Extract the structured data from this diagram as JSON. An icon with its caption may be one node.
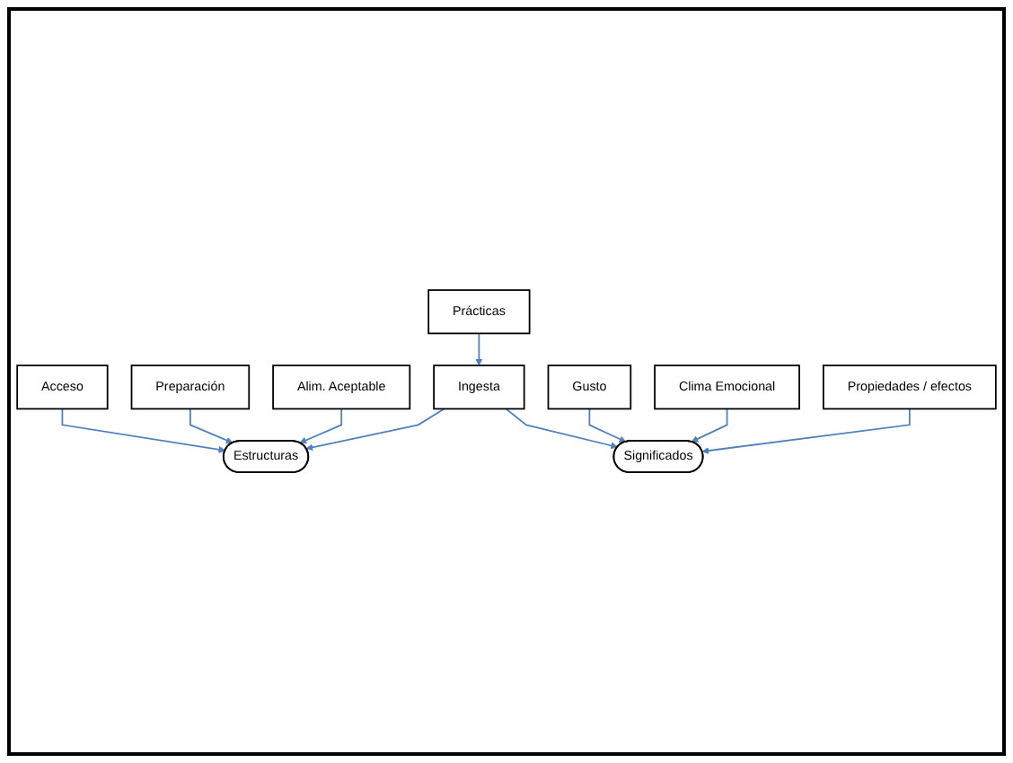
{
  "diagram": {
    "nodes": [
      {
        "text": [
          "Acceso"
        ]
      },
      {
        "text": [
          "Preparación"
        ]
      },
      {
        "text": [
          "Alim. Aceptable"
        ]
      },
      {
        "text": [
          "Estructuras"
        ]
      },
      {
        "text": [
          "Prácticas"
        ]
      },
      {
        "text": [
          "Ingesta"
        ]
      },
      {
        "text": [
          "Significados"
        ]
      },
      {
        "text": [
          "Gusto"
        ]
      },
      {
        "text": [
          "Clima Emocional"
        ]
      },
      {
        "text": [
          "Propiedades / efectos"
        ]
      }
    ],
    "edges": [
      {
        "from": 0,
        "to": 3,
        "arrow": "to"
      },
      {
        "from": 1,
        "to": 3,
        "arrow": "to"
      },
      {
        "from": 2,
        "to": 3,
        "arrow": "to"
      },
      {
        "from": 4,
        "to": 5,
        "arrow": "to"
      },
      {
        "from": 5,
        "to": 3,
        "arrow": "to"
      },
      {
        "from": 5,
        "to": 6,
        "arrow": "to"
      },
      {
        "from": 7,
        "to": 6,
        "arrow": "to"
      },
      {
        "from": 8,
        "to": 6,
        "arrow": "to"
      },
      {
        "from": 9,
        "to": 6,
        "arrow": "to"
      }
    ]
  }
}
